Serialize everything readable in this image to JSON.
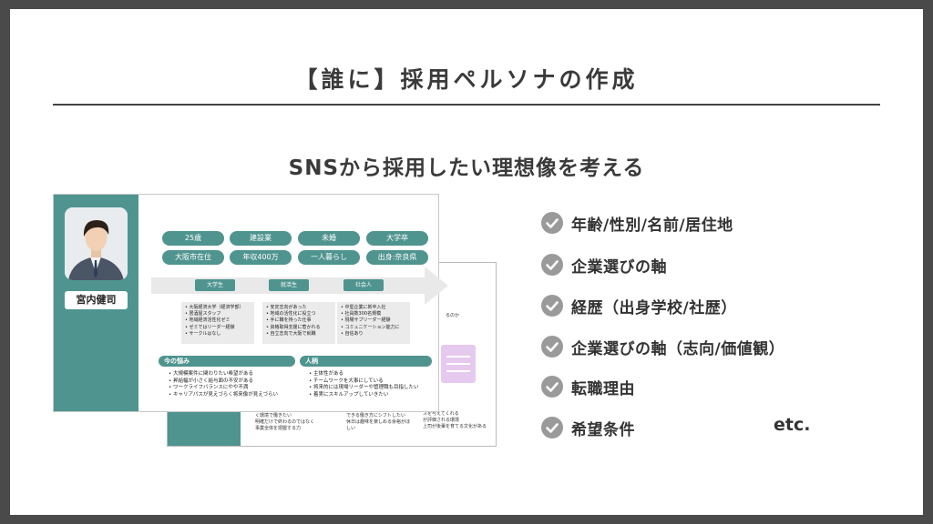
{
  "title": "【誰に】採用ペルソナの作成",
  "subtitle": "SNSから採用したい理想像を考える",
  "persona_card": {
    "name": "宮内健司",
    "tags": [
      "25歳",
      "建設業",
      "未婚",
      "大学卒",
      "大阪市在住",
      "年収400万",
      "一人暮らし",
      "出身:奈良県"
    ],
    "stages": [
      "大学生",
      "就活生",
      "社会人"
    ],
    "columns": [
      [
        "大阪経済大学（経済学部）",
        "居酒屋スタッフ",
        "地域経済活性化ゼミ",
        "ゼミではリーダー経験",
        "サークルはなし"
      ],
      [
        "安定志向があった",
        "地域の活性化に役立つ",
        "手に職を持った仕事",
        "資格取得支援に惹かれる",
        "自立志向で大阪で就職"
      ],
      [
        "中堅企業に新卒入社",
        "社員数300名規模",
        "現場サブリーダー経験",
        "コミュニケーション能力に",
        "自信あり"
      ]
    ],
    "worries_title": "今の悩み",
    "worries": [
      "大規模案件に関わりたい希望がある",
      "昇給幅が小さく給与面の不安がある",
      "ワークライフバランスにやや不満",
      "キャリアパスが見えづらく将来像が見えづらい"
    ],
    "personality_title": "人柄",
    "personality": [
      "主体性がある",
      "チームワークを大事にしている",
      "将来的には現場リーダーや管理職も目指したい",
      "着実にスキルアップしていきたい"
    ]
  },
  "back_card": {
    "note_top": "るのか",
    "notes_left": [
      "く環境で働きたい",
      "明確だけで終わるのではなく",
      "事業全体を把握する力"
    ],
    "notes_mid": [
      "できる働き方にシフトしたい",
      "休日は趣味を楽しめる余裕がほ",
      "しい"
    ],
    "notes_right": [
      "スを与えてくれる",
      "が評価される環境",
      "上司が後輩を育てる文化がある"
    ]
  },
  "checklist": [
    "年齢/性別/名前/居住地",
    "企業選びの軸",
    "経歴（出身学校/社歴）",
    "企業選びの軸（志向/価値観）",
    "転職理由",
    "希望条件"
  ],
  "etc": "etc.",
  "colors": {
    "teal": "#4f948f",
    "check": "#9a9a9a",
    "frame": "#4a4a4a",
    "pink": "#e6c9ef"
  },
  "icons": {
    "check": "check-circle-icon",
    "arrow": "timeline-arrow-icon",
    "photo": "person-photo-icon"
  }
}
